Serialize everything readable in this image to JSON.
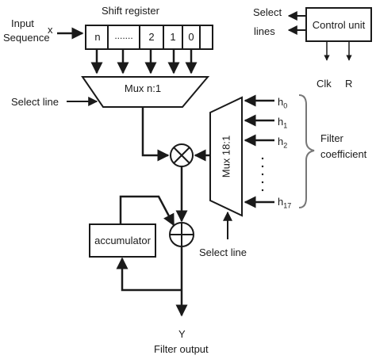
{
  "shift_register": {
    "title": "Shift register",
    "cells": [
      "n",
      ".......",
      "2",
      "1",
      "0"
    ]
  },
  "input": {
    "label_line1": "Input",
    "label_line2": "Sequence",
    "symbol": "x"
  },
  "control": {
    "unit_label": "Control unit",
    "select_lines_line1": "Select",
    "select_lines_line2": "lines",
    "clk_label": "Clk",
    "reset_label": "R"
  },
  "mux_n": {
    "label": "Mux n:1",
    "select_label": "Select line"
  },
  "mux_18": {
    "label": "Mux 18:1",
    "select_label": "Select line",
    "coefficients": [
      {
        "base": "h",
        "sub": "0"
      },
      {
        "base": "h",
        "sub": "1"
      },
      {
        "base": "h",
        "sub": "2"
      },
      {
        "base": "h",
        "sub": "17"
      }
    ],
    "filter_coefficient_line1": "Filter",
    "filter_coefficient_line2": "coefficient"
  },
  "multiplier_symbol": "⊗",
  "adder_symbol": "⊕",
  "accumulator_label": "accumulator",
  "output": {
    "symbol": "Y",
    "label": "Filter output"
  }
}
